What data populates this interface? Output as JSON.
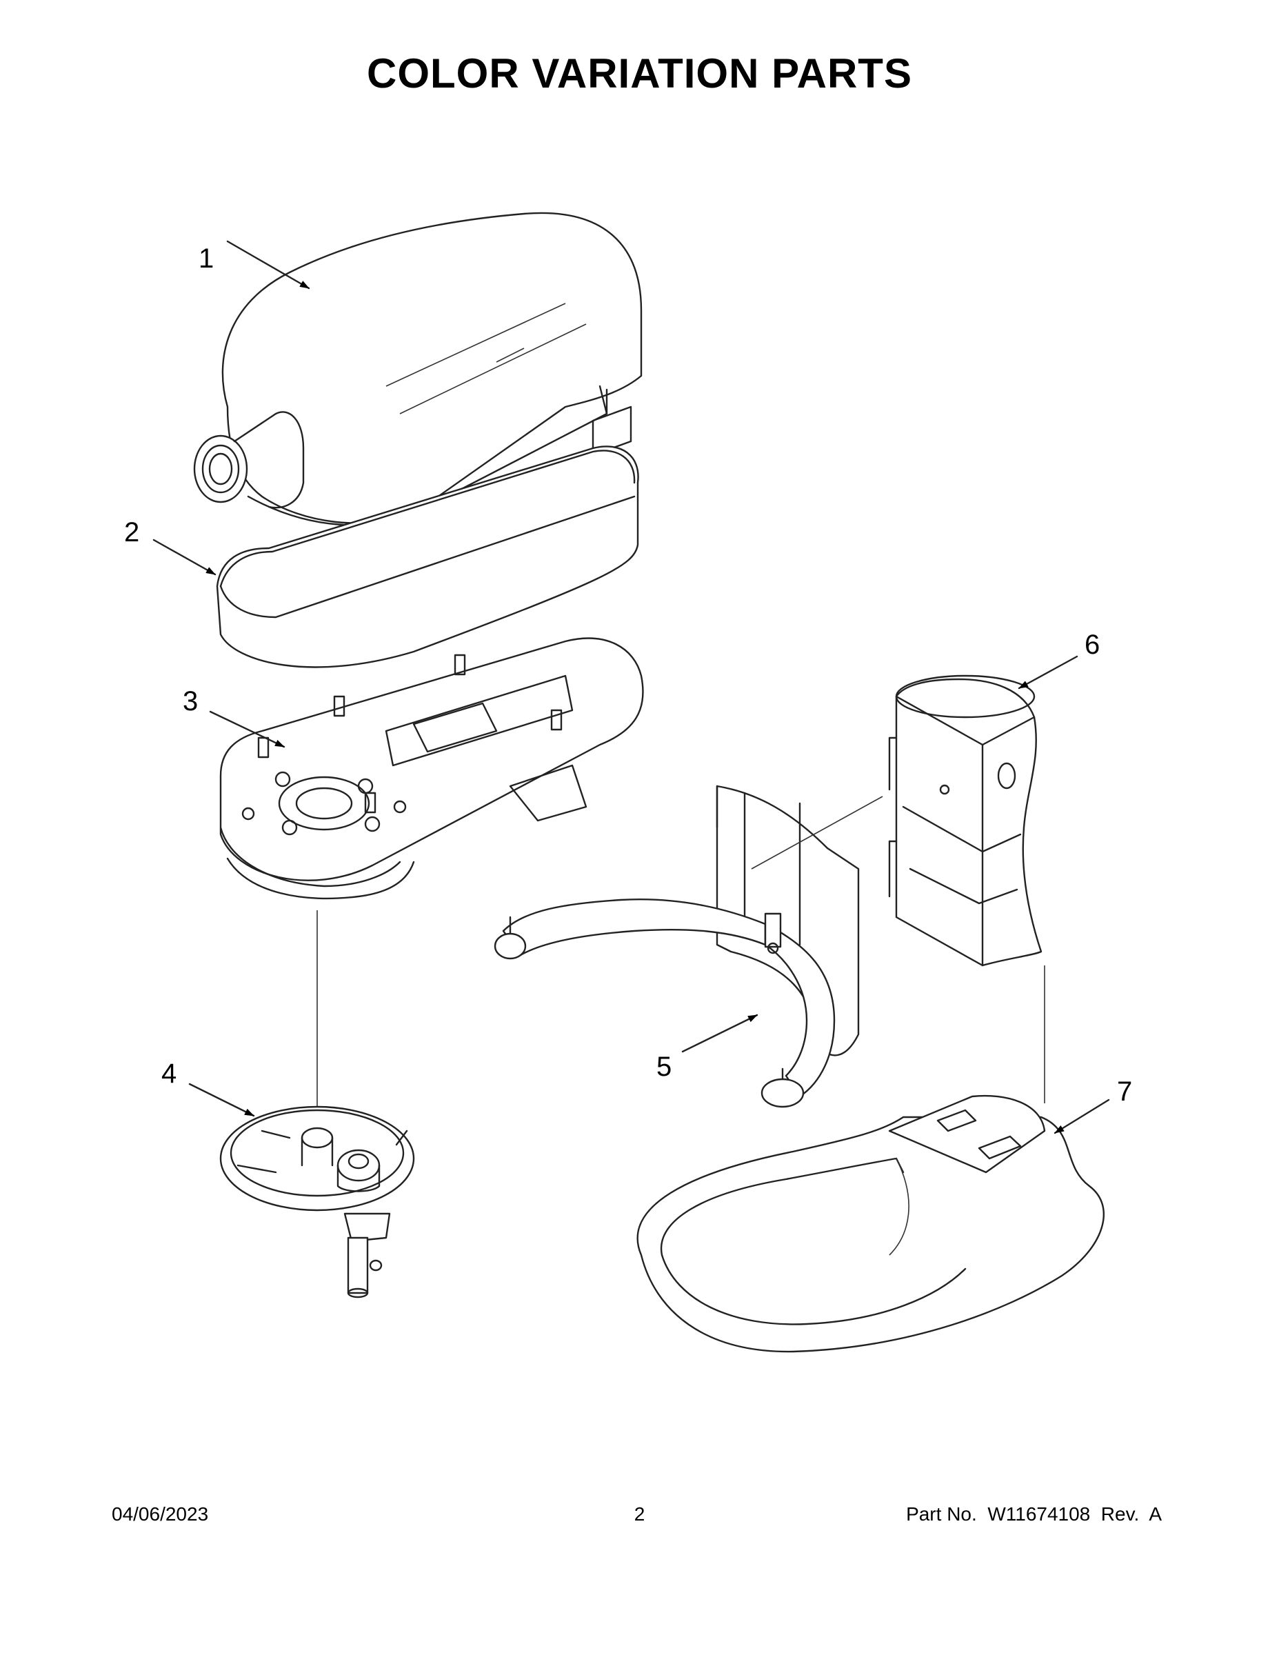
{
  "title": "COLOR VARIATION PARTS",
  "callouts": [
    "1",
    "2",
    "3",
    "4",
    "5",
    "6",
    "7"
  ],
  "footer": {
    "date": "04/06/2023",
    "page": "2",
    "part_no": "Part No.  W11674108  Rev.  A"
  }
}
